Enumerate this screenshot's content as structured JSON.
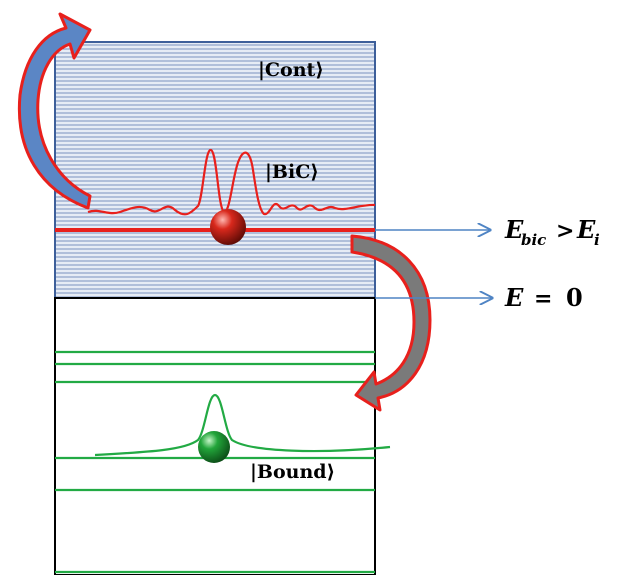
{
  "labels": {
    "cont": "|Cont⟩",
    "bic": "|BiC⟩",
    "bound": "|Bound⟩"
  },
  "equations": {
    "ebic": {
      "base": "E",
      "sub": "bic",
      "op": ">",
      "rhs": "E",
      "rhs_sub": "i"
    },
    "ezero": {
      "lhs": "E",
      "op": "=",
      "rhs": "0"
    }
  },
  "colors": {
    "continuum_fill": "#dfe6f0",
    "continuum_lines": "#6f88b8",
    "box_border": "#3d5f9a",
    "bic_color": "#e8201c",
    "bound_color": "#22aa44",
    "pointer_color": "#4f84c4",
    "arrow_blue": "#5b86c5",
    "arrow_gray": "#7a7a7a",
    "arrow_outline": "#e8201c"
  }
}
